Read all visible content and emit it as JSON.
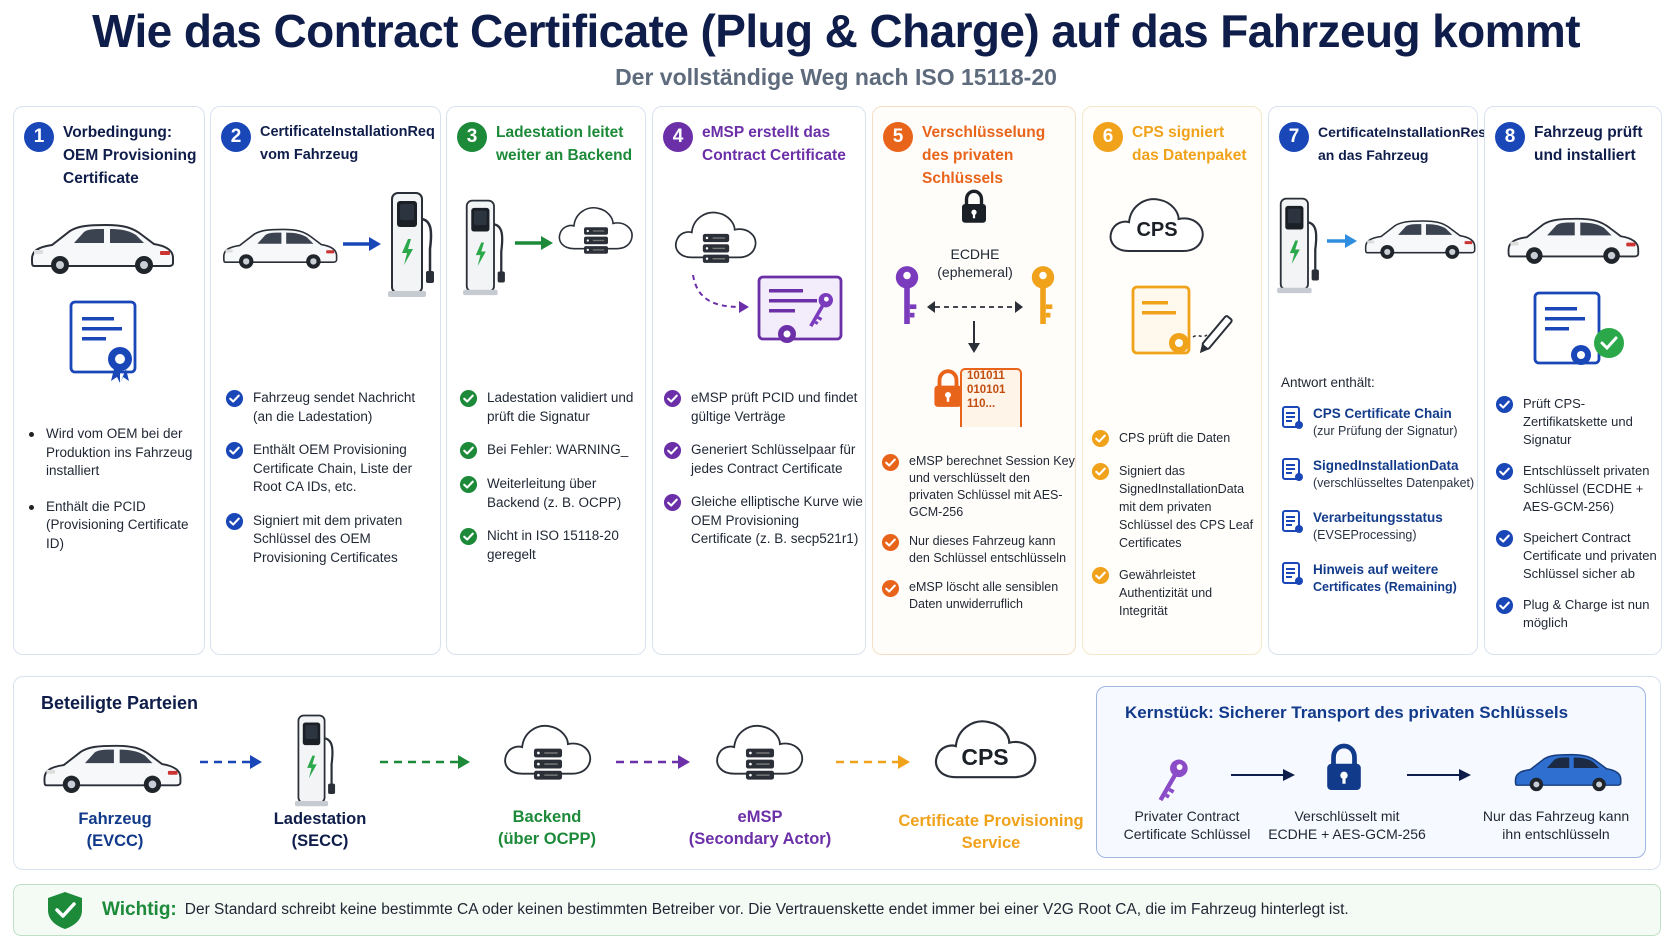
{
  "title": "Wie das Contract Certificate (Plug & Charge) auf das Fahrzeug kommt",
  "subtitle": "Der vollständige Weg nach ISO 15118-20",
  "colors": {
    "blue": "#1a47b8",
    "green": "#1d8a3a",
    "purple": "#6b2fa8",
    "orange": "#e8641b",
    "yellow": "#f0a21b",
    "navy": "#0f1d4a"
  },
  "steps": [
    {
      "num": "1",
      "title": "Vorbedingung: OEM Provisioning Certificate",
      "bullets": [
        "Wird vom OEM bei der Produktion ins Fahrzeug installiert",
        "Enthält die PCID (Provisioning Certificate ID)"
      ]
    },
    {
      "num": "2",
      "title": "CertificateInstallationReq vom Fahrzeug",
      "bullets": [
        "Fahrzeug sendet Nachricht (an die Ladestation)",
        "Enthält OEM Provisioning Certificate Chain, Liste der Root CA IDs, etc.",
        "Signiert mit dem privaten Schlüssel des OEM Provisioning Certificates"
      ]
    },
    {
      "num": "3",
      "title": "Ladestation leitet weiter an Backend",
      "bullets": [
        "Ladestation validiert und prüft die Signatur",
        "Bei Fehler: WARNING_",
        "Weiterleitung über Backend (z. B. OCPP)",
        "Nicht in ISO 15118-20 geregelt"
      ]
    },
    {
      "num": "4",
      "title": "eMSP erstellt das Contract Certificate",
      "bullets": [
        "eMSP prüft PCID und findet gültige Verträge",
        "Generiert Schlüsselpaar für jedes Contract Certificate",
        "Gleiche elliptische Kurve wie OEM Provisioning Certificate (z. B. secp521r1)"
      ]
    },
    {
      "num": "5",
      "title": "Verschlüsselung des privaten Schlüssels",
      "ecdhe": "ECDHE",
      "ephemeral": "(ephemeral)",
      "bits": [
        "101011",
        "010101",
        "110..."
      ],
      "bullets": [
        "eMSP berechnet Session Key und verschlüsselt den privaten Schlüssel mit AES-GCM-256",
        "Nur dieses Fahrzeug kann den Schlüssel entschlüsseln",
        "eMSP löscht alle sensiblen Daten unwiderruflich"
      ]
    },
    {
      "num": "6",
      "title": "CPS signiert das Datenpaket",
      "cps": "CPS",
      "bullets": [
        "CPS prüft die Daten",
        "Signiert das SignedInstallationData mit dem privaten Schlüssel des CPS Leaf Certificates",
        "Gewährleistet Authentizität und Integrität"
      ]
    },
    {
      "num": "7",
      "title": "CertificateInstallationRes an das Fahrzeug",
      "antwort": "Antwort enthält:",
      "items": [
        {
          "t1": "CPS Certificate Chain",
          "t2": "(zur Prüfung der Signatur)"
        },
        {
          "t1": "SignedInstallationData",
          "t2": "(verschlüsseltes Datenpaket)"
        },
        {
          "t1": "Verarbeitungsstatus",
          "t2": "(EVSEProcessing)"
        },
        {
          "t1": "Hinweis auf weitere",
          "t2": "Certificates (Remaining)",
          "t2b": "Certificates"
        }
      ]
    },
    {
      "num": "8",
      "title": "Fahrzeug prüft und installiert",
      "bullets": [
        "Prüft CPS-Zertifikatskette und Signatur",
        "Entschlüsselt privaten Schlüssel (ECDHE + AES-GCM-256)",
        "Speichert Contract Certificate und privaten Schlüssel sicher ab",
        "Plug & Charge ist nun möglich"
      ]
    }
  ],
  "parties": {
    "title": "Beteiligte Parteien",
    "list": [
      {
        "l1": "Fahrzeug",
        "l2": "(EVCC)"
      },
      {
        "l1": "Ladestation",
        "l2": "(SECC)"
      },
      {
        "l1": "Backend",
        "l2": "(über OCPP)"
      },
      {
        "l1": "eMSP",
        "l2": "(Secondary Actor)"
      },
      {
        "l1": "Certificate Provisioning",
        "l2": "Service"
      }
    ],
    "cps": "CPS"
  },
  "kern": {
    "title": "Kernstück: Sicherer Transport des privaten Schlüssels",
    "caps": [
      {
        "l1": "Privater Contract",
        "l2": "Certificate Schlüssel"
      },
      {
        "l1": "Verschlüsselt mit",
        "l2": "ECDHE + AES-GCM-256"
      },
      {
        "l1": "Nur das Fahrzeug kann",
        "l2": "ihn entschlüsseln"
      }
    ]
  },
  "note": {
    "label": "Wichtig:",
    "text": "Der Standard schreibt keine bestimmte CA oder keinen bestimmten Betreiber vor. Die Vertrauenskette endet immer bei einer V2G Root CA, die im Fahrzeug hinterlegt ist."
  }
}
